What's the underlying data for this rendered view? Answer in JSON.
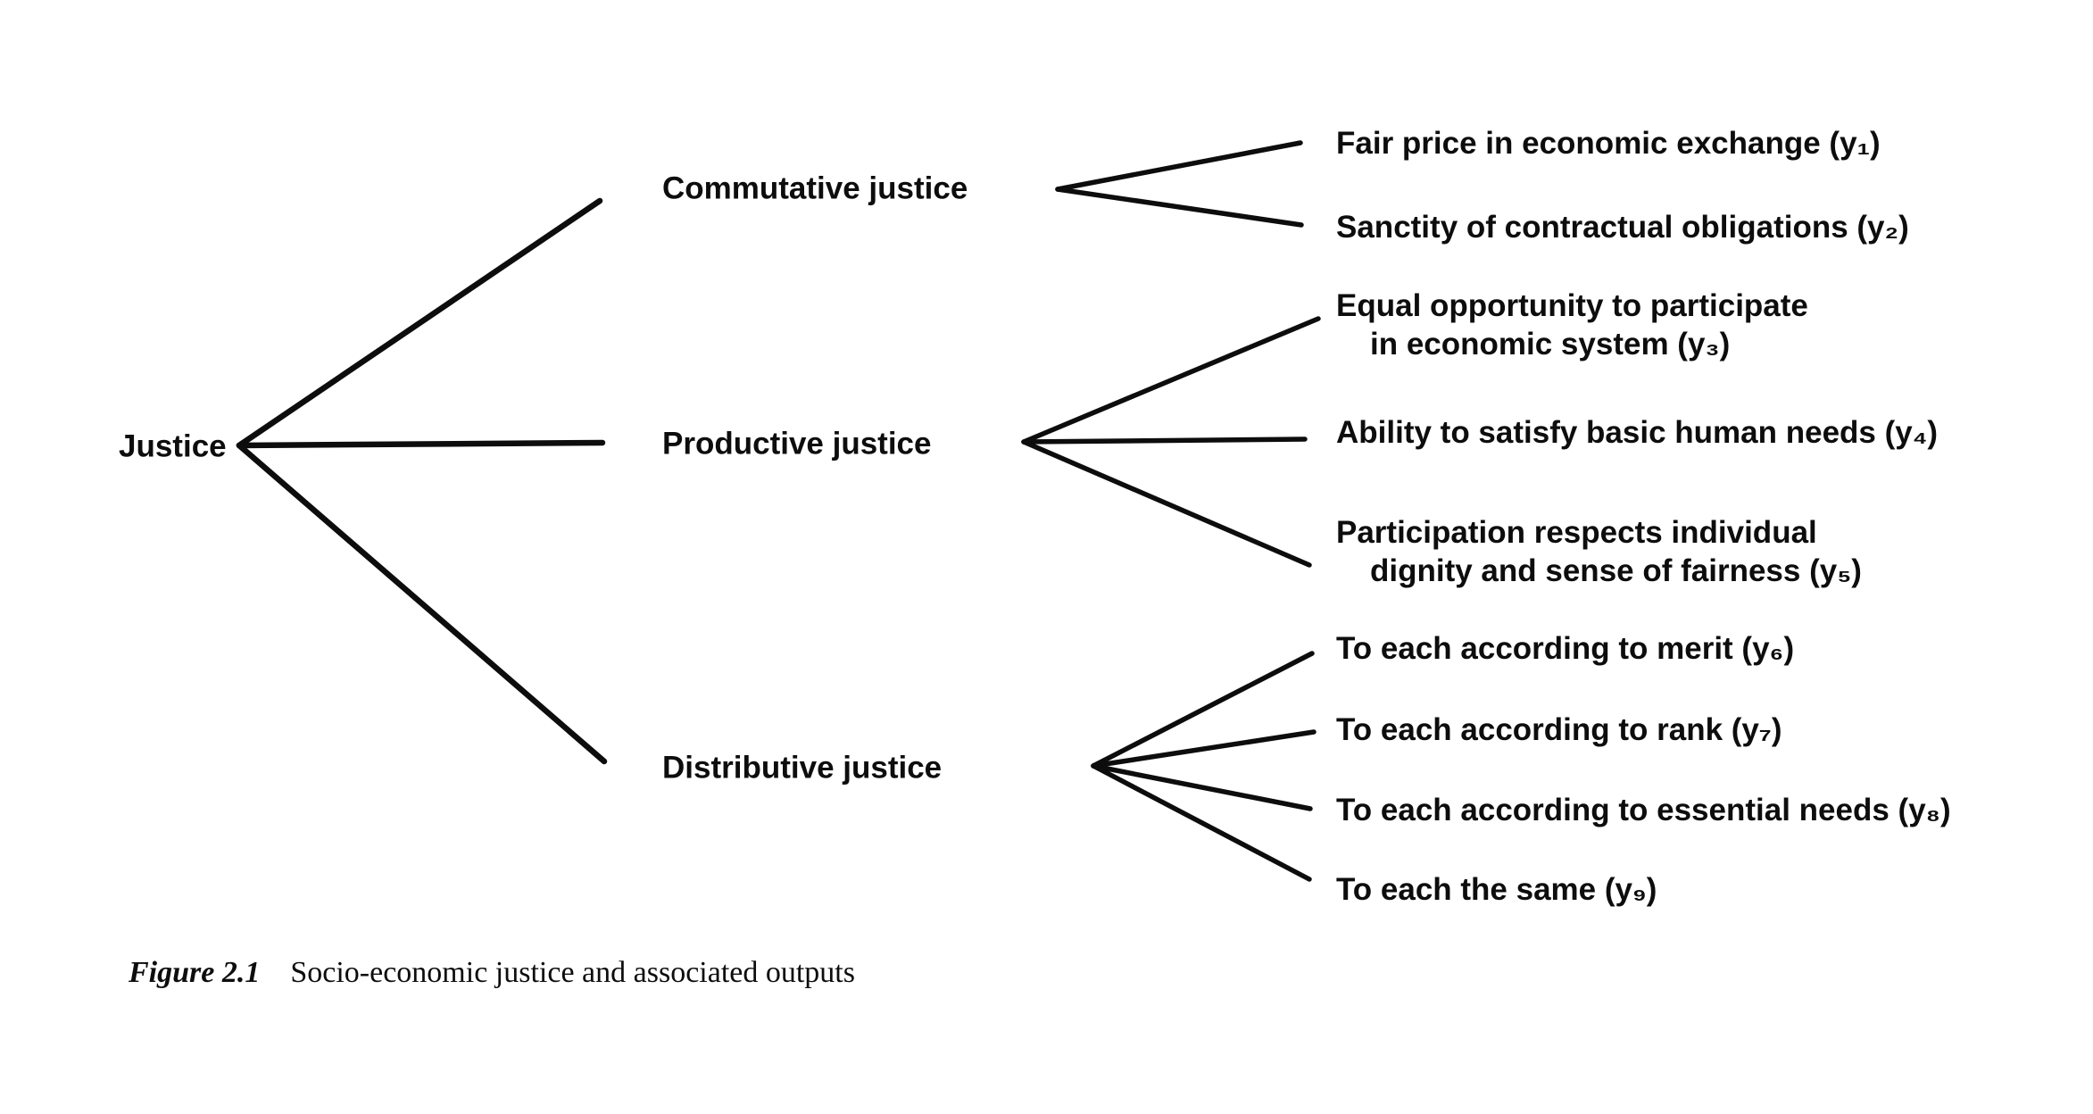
{
  "figure": {
    "root": {
      "label": "Justice"
    },
    "branches": [
      {
        "label": "Commutative justice",
        "leaves": [
          {
            "line1": "Fair price in economic exchange (y₁)",
            "line2": ""
          },
          {
            "line1": "Sanctity of contractual obligations (y₂)",
            "line2": ""
          }
        ]
      },
      {
        "label": "Productive justice",
        "leaves": [
          {
            "line1": "Equal opportunity to participate",
            "line2": "in economic system (y₃)"
          },
          {
            "line1": "Ability to satisfy basic human needs (y₄)",
            "line2": ""
          },
          {
            "line1": "Participation respects individual",
            "line2": "dignity and sense of fairness (y₅)"
          }
        ]
      },
      {
        "label": "Distributive justice",
        "leaves": [
          {
            "line1": "To each according to merit (y₆)",
            "line2": ""
          },
          {
            "line1": "To each according to rank (y₇)",
            "line2": ""
          },
          {
            "line1": "To each according to essential needs (y₈)",
            "line2": ""
          },
          {
            "line1": "To each the same (y₉)",
            "line2": ""
          }
        ]
      }
    ]
  },
  "caption": {
    "figure_label": "Figure 2.1",
    "text": "Socio-economic justice and associated outputs"
  },
  "colors": {
    "ink": "#0d0d0d",
    "background": "#ffffff"
  }
}
